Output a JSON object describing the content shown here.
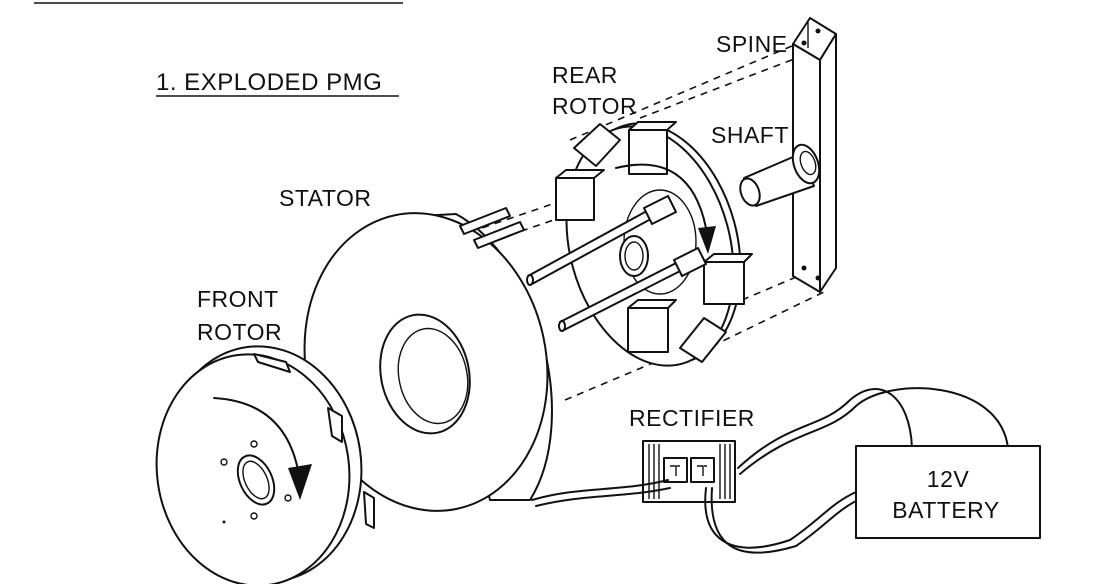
{
  "diagram": {
    "title": "1. EXPLODED PMG",
    "labels": {
      "spine": "SPINE",
      "rear_rotor_line1": "REAR",
      "rear_rotor_line2": "ROTOR",
      "shaft": "SHAFT",
      "stator": "STATOR",
      "front_rotor_line1": "FRONT",
      "front_rotor_line2": "ROTOR",
      "rectifier": "RECTIFIER",
      "battery_line1": "12V",
      "battery_line2": "BATTERY"
    }
  }
}
